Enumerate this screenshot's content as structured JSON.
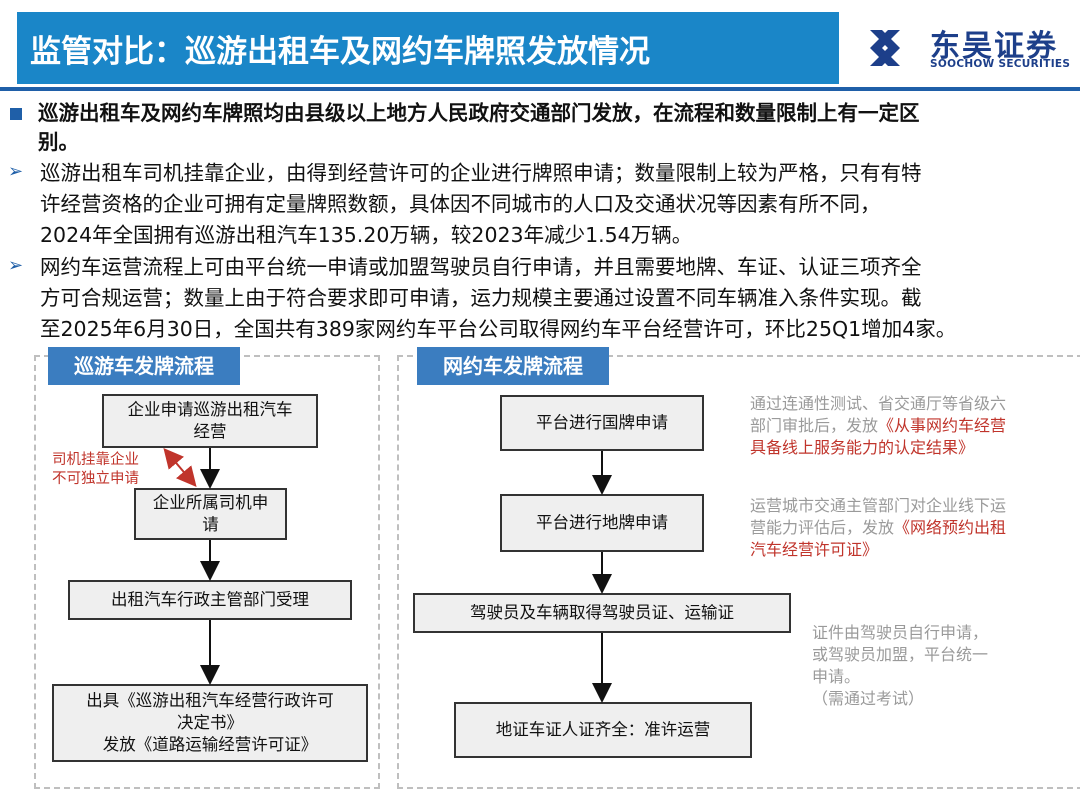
{
  "header": {
    "title": "监管对比：巡游出租车及网约车牌照发放情况",
    "logo_name": "东吴证券",
    "logo_en": "SOOCHOW SECURITIES",
    "logo_icon": "soochow-logo-icon"
  },
  "summary": {
    "line1": "巡游出租车及网约车牌照均由县级以上地方人民政府交通部门发放，在流程和数量限制上有一定区",
    "line2": "别。"
  },
  "points": [
    {
      "lines": [
        "巡游出租车司机挂靠企业，由得到经营许可的企业进行牌照申请；数量限制上较为严格，只有有特",
        "许经营资格的企业可拥有定量牌照数额，具体因不同城市的人口及交通状况等因素有所不同，",
        "2024年全国拥有巡游出租汽车135.20万辆，较2023年减少1.54万辆。"
      ]
    },
    {
      "lines": [
        "网约车运营流程上可由平台统一申请或加盟驾驶员自行申请，并且需要地牌、车证、认证三项齐全",
        "方可合规运营；数量上由于符合要求即可申请，运力规模主要通过设置不同车辆准入条件实现。截",
        "至2025年6月30日，全国共有389家网约车平台公司取得网约车平台经营许可，环比25Q1增加4家。"
      ]
    }
  ],
  "taxi_flow": {
    "tag": "巡游车发牌流程",
    "step1_l1": "企业申请巡游出租汽车",
    "step1_l2": "经营",
    "side_note_l1": "司机挂靠企业",
    "side_note_l2": "不可独立申请",
    "step2_l1": "企业所属司机申",
    "step2_l2": "请",
    "step3": "出租汽车行政主管部门受理",
    "step4_l1": "出具《巡游出租汽车经营行政许可",
    "step4_l2": "决定书》",
    "step4_l3": "发放《道路运输经营许可证》"
  },
  "ride_flow": {
    "tag": "网约车发牌流程",
    "step1": "平台进行国牌申请",
    "note1_l1": "通过连通性测试、省交通厅等省级六",
    "note1_l2a": "部门审批后，发放",
    "note1_l2b": "《从事网约车经营",
    "note1_l3": "具备线上服务能力的认定结果》",
    "step2": "平台进行地牌申请",
    "note2_l1": "运营城市交通主管部门对企业线下运",
    "note2_l2a": "营能力评估后，发放",
    "note2_l2b": "《网络预约出租",
    "note2_l3": "汽车经营许可证》",
    "step3": "驾驶员及车辆取得驾驶员证、运输证",
    "note3_l1": "证件由驾驶员自行申请，",
    "note3_l2": "或驾驶员加盟，平台统一",
    "note3_l3": "申请。",
    "note3_l4": "（需通过考试）",
    "step4": "地证车证人证齐全：准许运营"
  }
}
